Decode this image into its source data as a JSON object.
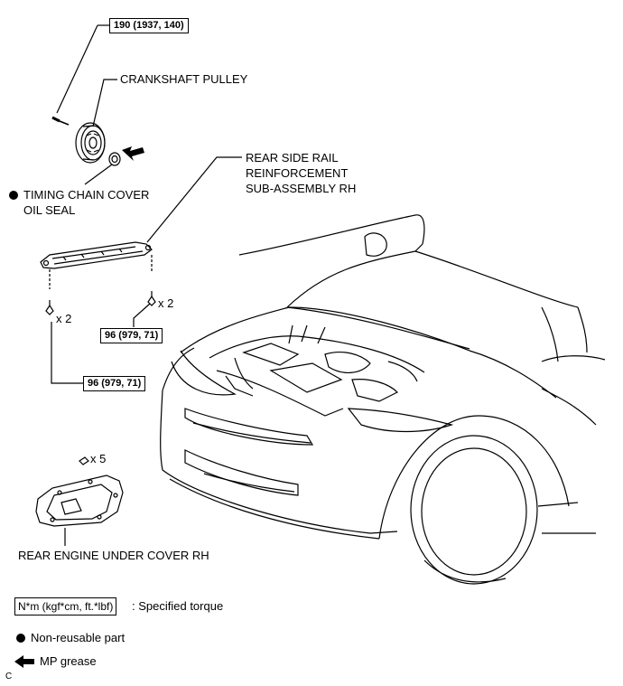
{
  "torque_specs": [
    {
      "id": "pulley_bolt",
      "value": "190 (1937, 140)"
    },
    {
      "id": "rail_bolt_right",
      "value": "96 (979, 71)"
    },
    {
      "id": "rail_bolt_left",
      "value": "96 (979, 71)"
    }
  ],
  "parts": {
    "crankshaft_pulley": "CRANKSHAFT PULLEY",
    "timing_chain_seal_line1": "TIMING CHAIN COVER",
    "timing_chain_seal_line2": "OIL SEAL",
    "rail_line1": "REAR SIDE RAIL",
    "rail_line2": "REINFORCEMENT",
    "rail_line3": "SUB-ASSEMBLY RH",
    "under_cover": "REAR ENGINE UNDER COVER RH"
  },
  "quantities": {
    "rail_bolt_right_qty": "x 2",
    "rail_bolt_left_qty": "x 2",
    "under_cover_clip_qty": "x 5"
  },
  "legend": {
    "torque_box": "N*m (kgf*cm, ft.*lbf)",
    "torque_text": ": Specified torque",
    "nonreusable_text": "Non-reusable part",
    "grease_text": "MP grease"
  },
  "corner_mark": "C",
  "colors": {
    "ink": "#000000",
    "background": "#ffffff"
  },
  "icons": {
    "non_reusable": "filled-circle-icon",
    "grease": "arrow-left-icon"
  }
}
